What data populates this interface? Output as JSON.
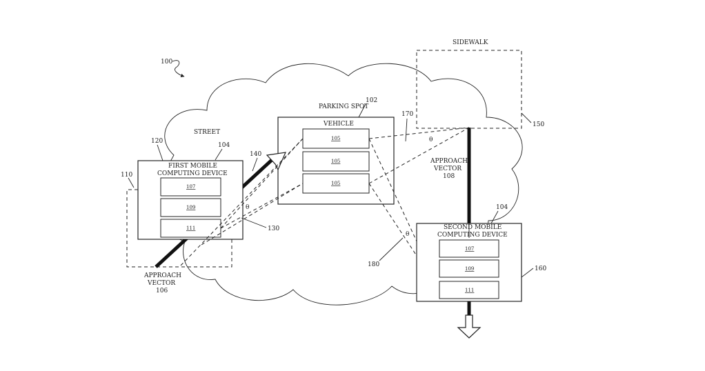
{
  "figure_number": "100",
  "labels": {
    "sidewalk": "SIDEWALK",
    "sidewalk_ref": "150",
    "parking_spot": "PARKING SPOT",
    "parking_spot_ref": "102",
    "vehicle": "VEHICLE",
    "street": "STREET",
    "first_device_line1": "FIRST MOBILE",
    "first_device_line2": "COMPUTING DEVICE",
    "first_device_ref": "104",
    "first_outer_ref": "120",
    "first_dashed_ref": "110",
    "second_device_line1": "SECOND MOBILE",
    "second_device_line2": "COMPUTING DEVICE",
    "second_device_ref": "104",
    "second_outer_ref": "160",
    "approach_vector_1_line1": "APPROACH",
    "approach_vector_1_line2": "VECTOR",
    "approach_vector_1_ref": "106",
    "approach_vector_2_line1": "APPROACH",
    "approach_vector_2_line2": "VECTOR",
    "approach_vector_2_ref": "108",
    "ref_140": "140",
    "ref_130": "130",
    "ref_170": "170",
    "ref_180": "180",
    "theta": "θ"
  },
  "vehicle_modules": [
    "105",
    "105",
    "105"
  ],
  "first_device_modules": [
    "107",
    "109",
    "111"
  ],
  "second_device_modules": [
    "107",
    "109",
    "111"
  ]
}
